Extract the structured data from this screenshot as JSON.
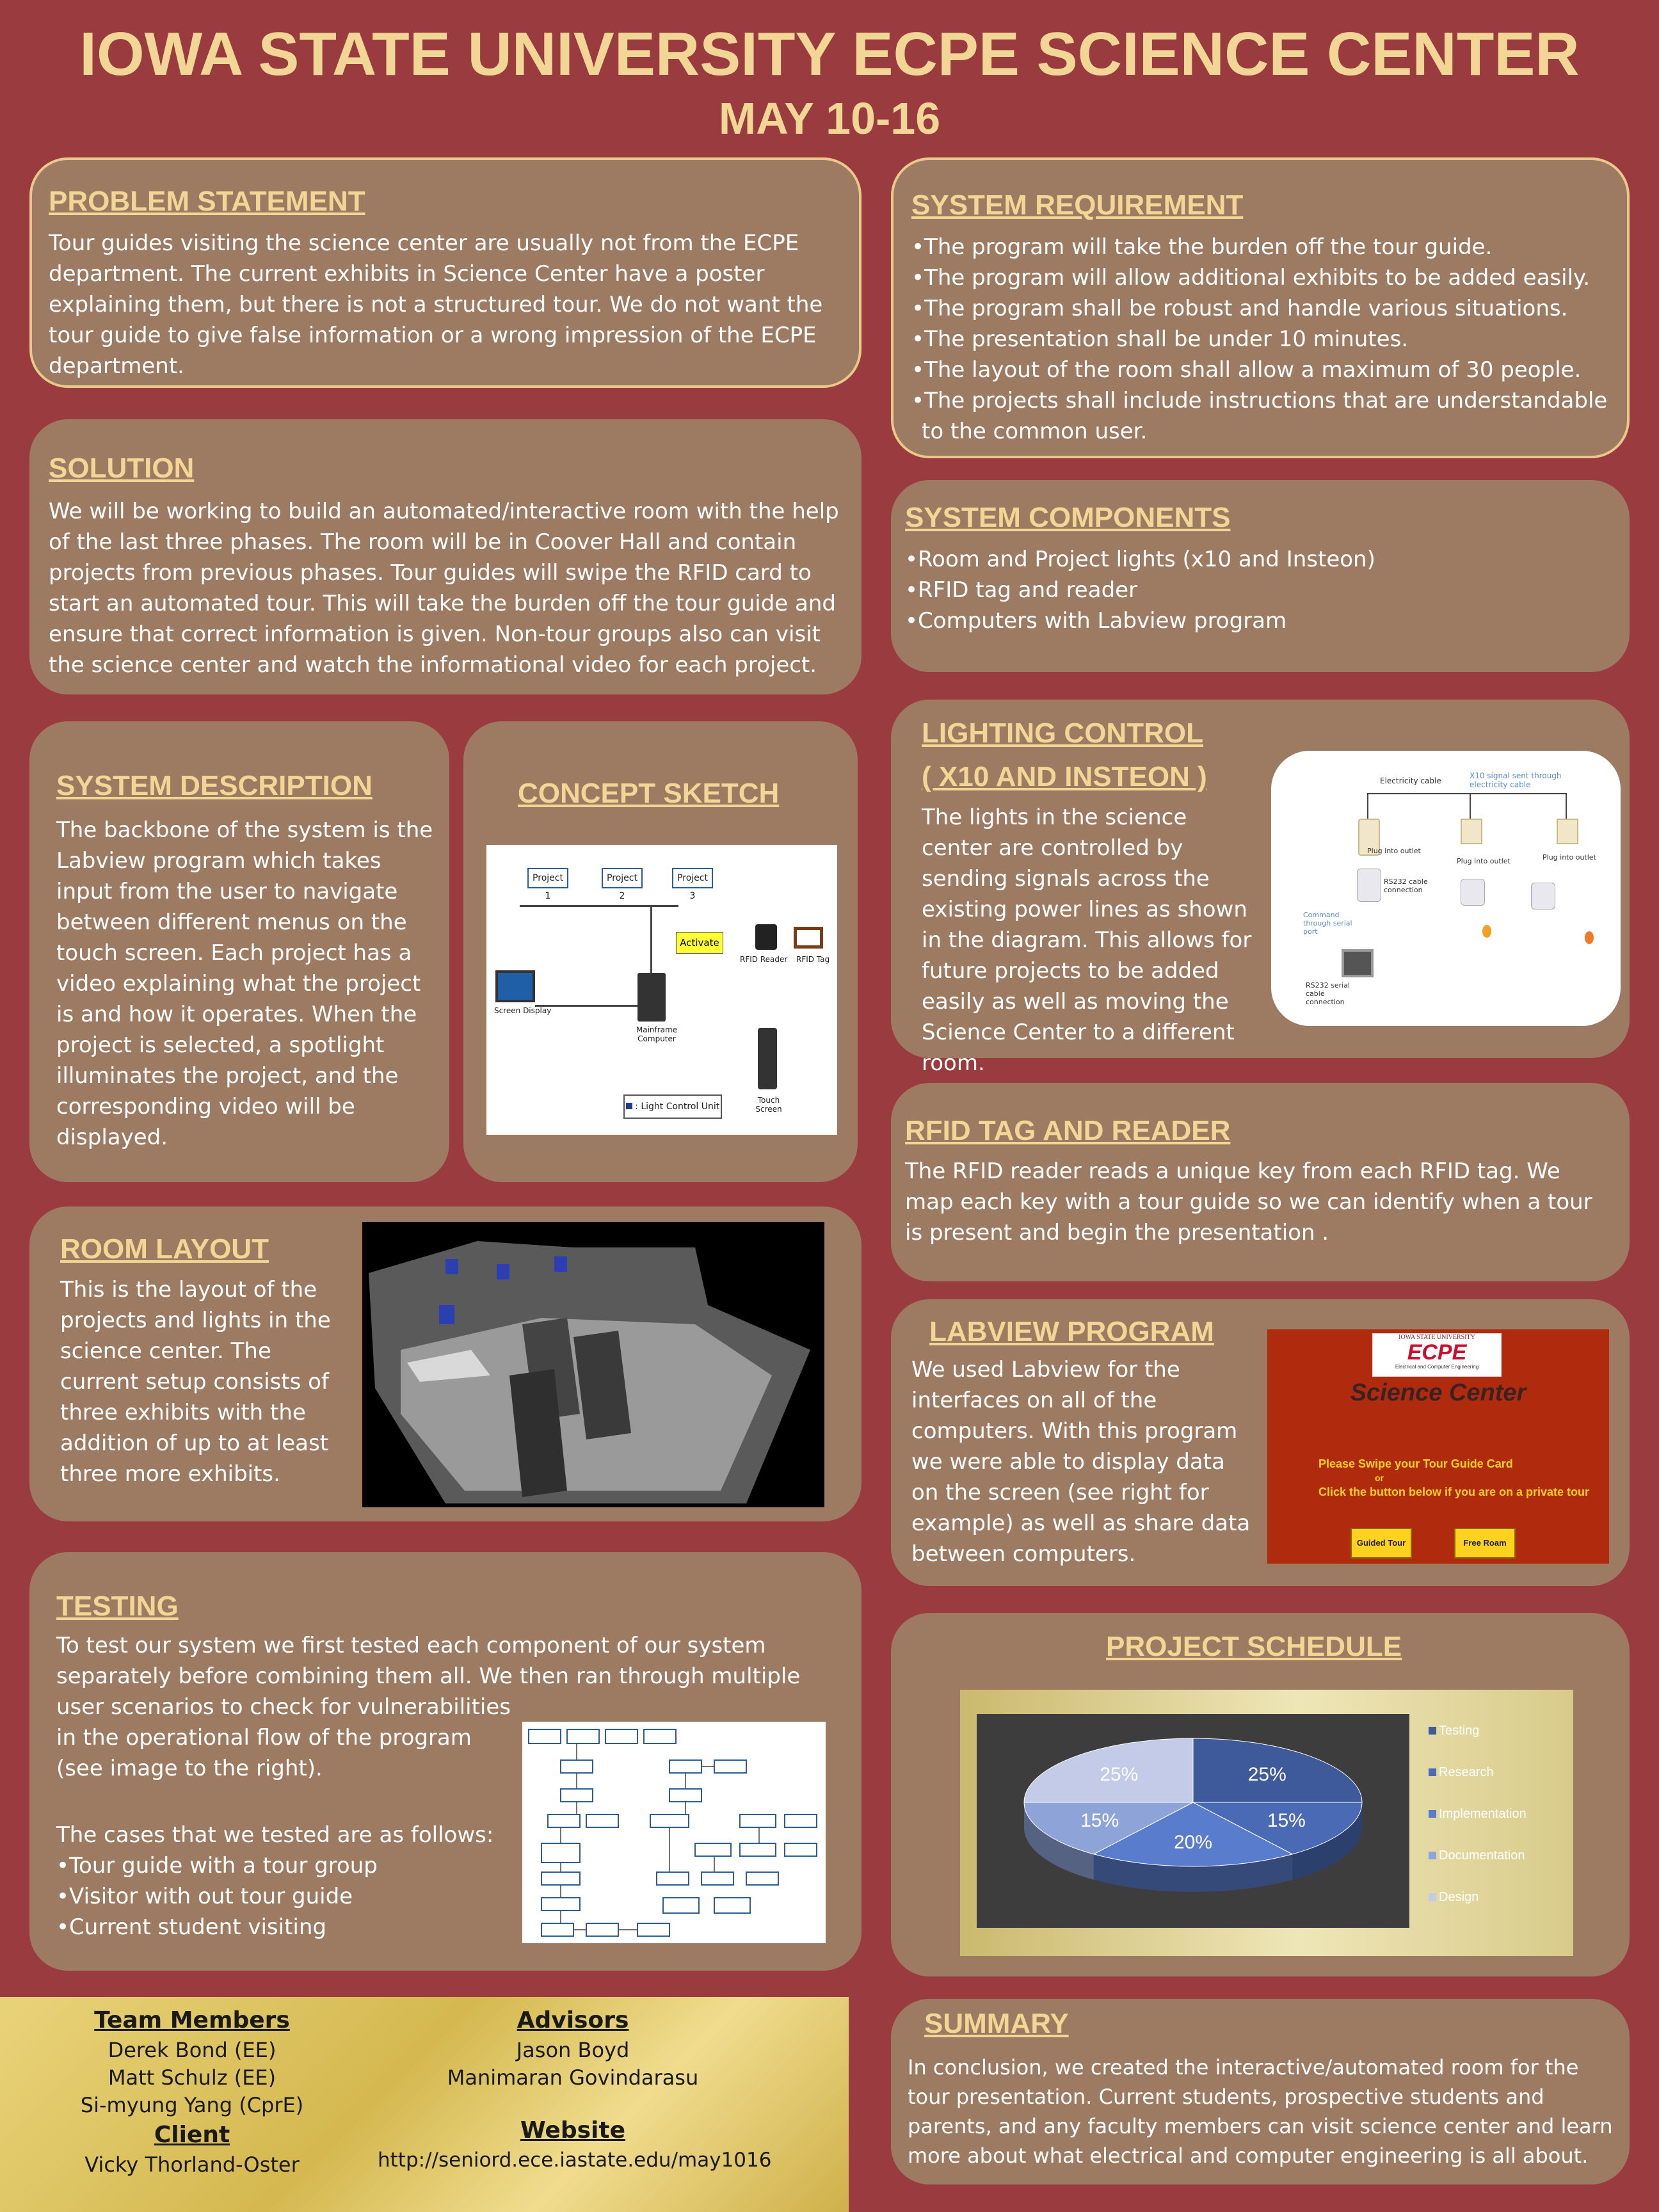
{
  "header": {
    "title": "IOWA STATE UNIVERSITY ECPE SCIENCE CENTER",
    "subtitle": "MAY 10-16"
  },
  "problem": {
    "heading": "PROBLEM STATEMENT",
    "text": "Tour guides visiting the science center are usually not from the ECPE department. The current exhibits in Science Center have a poster explaining them, but there is not a structured tour. We do not want the tour guide to give false information or a wrong impression of the ECPE department."
  },
  "solution": {
    "heading": "SOLUTION",
    "text": "We will be working to build an automated/interactive room with the help of the last three phases.  The room will be in Coover Hall and contain projects from previous phases. Tour guides will swipe the RFID card to start an automated tour. This will take the burden off the tour guide and ensure that correct information is given. Non-tour groups also can visit the science center and watch the informational video for each project."
  },
  "system_description": {
    "heading": "SYSTEM  DESCRIPTION",
    "text": "The backbone of the system is the Labview program which takes input from the user to navigate between different menus on the touch screen.  Each project has a video explaining what the project is and how it operates.  When the project is selected, a spotlight illuminates the project, and the corresponding video will be displayed."
  },
  "concept_sketch": {
    "heading": "CONCEPT SKETCH",
    "labels": {
      "project1": "Project 1",
      "project2": "Project 2",
      "project3": "Project 3",
      "activate": "Activate",
      "rfid_reader": "RFID Reader",
      "rfid_tag": "RFID Tag",
      "screen_display": "Screen Display",
      "mainframe": "Mainframe Computer",
      "touch_screen": "Touch Screen",
      "legend": ": Light Control Unit"
    }
  },
  "room_layout": {
    "heading": "ROOM LAYOUT",
    "text": "This is the layout of the projects and lights in the science center.  The current setup consists of three exhibits with the addition of up to at least three more exhibits."
  },
  "testing": {
    "heading": "TESTING",
    "intro": "To test our system we first tested each component of our system separately before combining them all.  We then ran through multiple user scenarios to check for vulnerabilities in the operational flow of the program (see image to the right).",
    "cases_intro": "The cases that we tested are as follows:",
    "cases": [
      "•Tour guide with a tour group",
      "•Visitor with out tour guide",
      "•Current student visiting"
    ]
  },
  "footer": {
    "team_heading": "Team Members",
    "team": [
      "Derek Bond (EE)",
      "Matt Schulz (EE)",
      "Si-myung Yang (CprE)"
    ],
    "client_heading": "Client",
    "client": "Vicky Thorland-Oster",
    "advisors_heading": "Advisors",
    "advisors": [
      "Jason Boyd",
      "Manimaran Govindarasu"
    ],
    "website_heading": "Website",
    "website": "http://seniord.ece.iastate.edu/may1016"
  },
  "requirements": {
    "heading": "SYSTEM REQUIREMENT",
    "items": [
      "•The program will take the burden off the tour guide.",
      "•The program will allow additional exhibits to be added easily.",
      "•The program shall be robust and handle various situations.",
      "•The presentation shall be under 10 minutes.",
      "•The layout of the room shall allow a maximum of 30 people.",
      "•The projects shall include instructions that are understandable",
      "to the common user."
    ]
  },
  "components": {
    "heading": "SYSTEM COMPONENTS",
    "items": [
      "•Room and Project lights (x10 and Insteon)",
      "•RFID tag and reader",
      "•Computers with Labview program"
    ]
  },
  "lighting": {
    "heading1": "LIGHTING CONTROL",
    "heading2": "( X10 AND INSTEON )",
    "text": "The lights in the science center are controlled by sending signals across the existing power lines as shown in the diagram.  This allows for future projects to be added easily as well as moving the Science Center to a different room.",
    "diagram": {
      "electricity": "Electricity cable",
      "signal": "X10 signal sent through electricity cable",
      "outlet": "Plug into outlet",
      "rs232": "RS232 cable connection",
      "command": "Command through serial port",
      "rs232_serial": "RS232 serial cable connection"
    }
  },
  "rfid": {
    "heading": "RFID TAG AND READER",
    "text": "The RFID reader reads a unique key from each RFID tag.  We map each key with a tour guide so we can identify when a tour is present and begin the presentation ."
  },
  "labview": {
    "heading": "LABVIEW PROGRAM",
    "text": "We used Labview for the interfaces on all of the computers.  With this program we were able to display data on the screen (see right for example) as well as share data between computers.",
    "screen": {
      "univ": "IOWA STATE UNIVERSITY",
      "logo": "ECPE",
      "logo_sub": "Electrical and Computer Engineering",
      "title": "Science Center",
      "line1": "Please Swipe your Tour Guide Card",
      "or": "or",
      "line2": "Click the button below if you are on a private tour",
      "btn1": "Guided Tour",
      "btn2": "Free Roam"
    }
  },
  "schedule": {
    "heading": "PROJECT SCHEDULE"
  },
  "chart_data": {
    "type": "pie",
    "categories": [
      "Testing",
      "Research",
      "Implementation",
      "Documentation",
      "Design"
    ],
    "values": [
      25,
      15,
      20,
      15,
      25
    ],
    "labels": [
      "25%",
      "15%",
      "20%",
      "15%",
      "25%"
    ],
    "colors": {
      "Testing": "#3f5a9a",
      "Research": "#4a6ab5",
      "Implementation": "#5a7ccc",
      "Documentation": "#8ea4d8",
      "Design": "#c3cbe8"
    },
    "legend_position": "right"
  },
  "summary": {
    "heading": "SUMMARY",
    "text": "In conclusion, we created the interactive/automated room for the tour presentation. Current students, prospective students and parents, and any faculty members can visit science center and learn more about what electrical and computer engineering is all about."
  }
}
